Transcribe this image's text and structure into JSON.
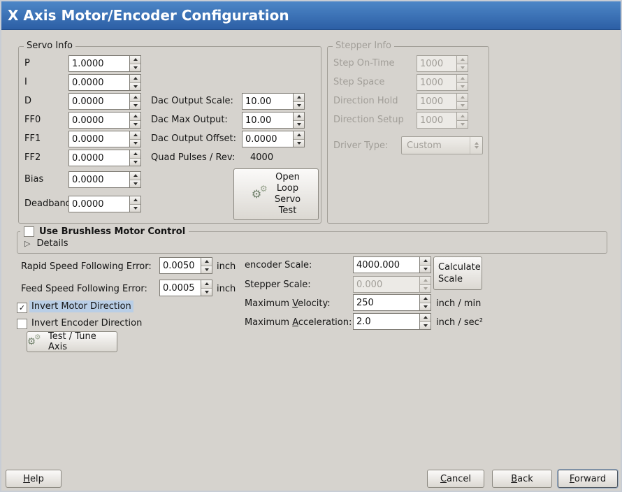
{
  "titlebar": {
    "title": "X Axis Motor/Encoder Configuration"
  },
  "icons": {
    "gear": "⚙",
    "check": "✓",
    "expander": "▷"
  },
  "servo": {
    "frame_label": "Servo Info",
    "params": [
      {
        "label": "P",
        "value": "1.0000"
      },
      {
        "label": "I",
        "value": "0.0000"
      },
      {
        "label": "D",
        "value": "0.0000"
      },
      {
        "label": "FF0",
        "value": "0.0000"
      },
      {
        "label": "FF1",
        "value": "0.0000"
      },
      {
        "label": "FF2",
        "value": "0.0000"
      },
      {
        "label": "Bias",
        "value": "0.0000"
      },
      {
        "label": "Deadband",
        "value": "0.0000"
      }
    ],
    "dac": [
      {
        "label": "Dac Output Scale:",
        "value": "10.00"
      },
      {
        "label": "Dac Max Output:",
        "value": "10.00"
      },
      {
        "label": "Dac Output Offset:",
        "value": "0.0000"
      }
    ],
    "quad": {
      "label": "Quad Pulses / Rev:",
      "value": "4000"
    },
    "open_loop": {
      "line1": "Open",
      "line2": "Loop",
      "line3": "Servo",
      "line4": "Test"
    }
  },
  "stepper": {
    "frame_label": "Stepper Info",
    "params": [
      {
        "label": "Step On-Time",
        "value": "1000"
      },
      {
        "label": "Step Space",
        "value": "1000"
      },
      {
        "label": "Direction Hold",
        "value": "1000"
      },
      {
        "label": "Direction Setup",
        "value": "1000"
      }
    ],
    "driver": {
      "label": "Driver Type:",
      "value": "Custom"
    }
  },
  "brushless": {
    "checkbox_label": "Use Brushless Motor Control",
    "details_label": "Details"
  },
  "following": {
    "rapid": {
      "label": "Rapid Speed Following Error:",
      "value": "0.0050",
      "unit": "inch"
    },
    "feed": {
      "label": "Feed Speed Following Error:",
      "value": "0.0005",
      "unit": "inch"
    }
  },
  "options": {
    "invert_motor_label": "Invert Motor Direction",
    "invert_encoder_label": "Invert Encoder Direction",
    "test_tune_label": "Test / Tune Axis"
  },
  "scaling": {
    "encoder": {
      "label": "encoder Scale:",
      "value": "4000.000"
    },
    "calculate": {
      "line1": "Calculate",
      "line2": "Scale"
    },
    "stepper": {
      "label": "Stepper Scale:",
      "value": "0.000"
    },
    "velocity": {
      "pre": "Maximum ",
      "key": "V",
      "post": "elocity:",
      "value": "250",
      "unit": "inch / min"
    },
    "acceleration": {
      "pre": "Maximum ",
      "key": "A",
      "post": "cceleration:",
      "value": "2.0",
      "unit": "inch / sec²"
    }
  },
  "footer": {
    "help": {
      "key": "H",
      "rest": "elp"
    },
    "cancel": {
      "key": "C",
      "rest": "ancel"
    },
    "back": {
      "key": "B",
      "rest": "ack"
    },
    "forward": {
      "key": "F",
      "rest": "orward"
    }
  }
}
